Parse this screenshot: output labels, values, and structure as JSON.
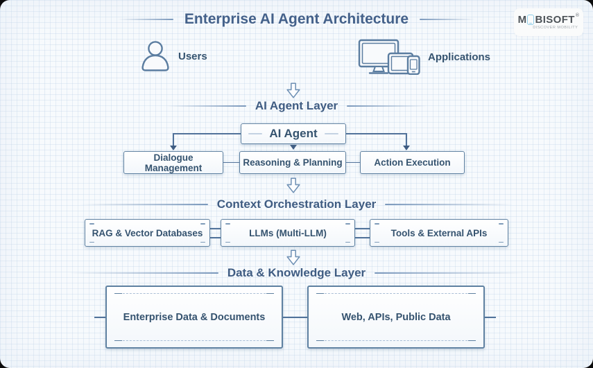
{
  "title": "Enterprise AI Agent Architecture",
  "logo": {
    "m": "M",
    "rest": "BISOFT",
    "reg": "®",
    "tagline": "DISCOVER MOBILITY"
  },
  "actors": {
    "users": "Users",
    "applications": "Applications"
  },
  "layers": {
    "ai_agent": {
      "heading": "AI Agent Layer",
      "root": "AI Agent",
      "children": [
        "Dialogue Management",
        "Reasoning & Planning",
        "Action Execution"
      ]
    },
    "context": {
      "heading": "Context Orchestration Layer",
      "boxes": [
        "RAG & Vector Databases",
        "LLMs (Multi-LLM)",
        "Tools & External APIs"
      ]
    },
    "data": {
      "heading": "Data & Knowledge Layer",
      "boxes": [
        "Enterprise Data & Documents",
        "Web, APIs, Public Data"
      ]
    }
  },
  "icons": {
    "users": "person-outline-icon",
    "applications": "monitor-tablet-phone-icon",
    "flow": "hollow-down-arrow-icon"
  },
  "colors": {
    "text": "#3a567a",
    "heading": "#3f5c82",
    "box_border": "#5f81a1",
    "connector": "#51729a",
    "logo_accent": "#8ecde8",
    "background": "#f7fafd"
  }
}
